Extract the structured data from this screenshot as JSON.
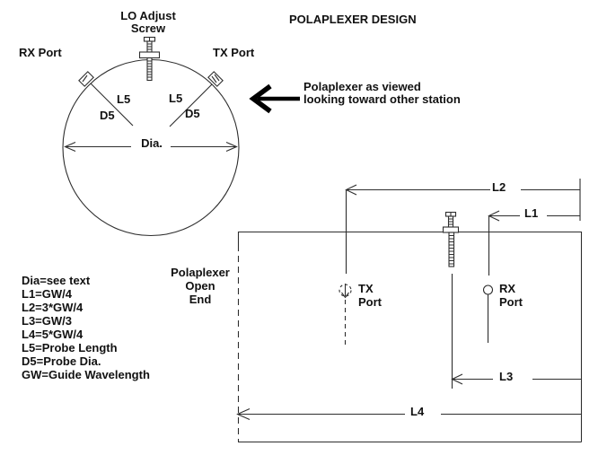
{
  "title": "POLAPLEXER DESIGN",
  "colors": {
    "ink": "#2e2e2e",
    "text": "#111111",
    "background": "#ffffff",
    "arrow": "#000000"
  },
  "circle_view": {
    "lo_adjust_line1": "LO Adjust",
    "lo_adjust_line2": "Screw",
    "rx_port": "RX Port",
    "tx_port": "TX Port",
    "l5_rx": "L5",
    "d5_rx": "D5",
    "l5_tx": "L5",
    "d5_tx": "D5",
    "diameter": "Dia."
  },
  "view_note": {
    "line1": "Polaplexer as viewed",
    "line2": "looking toward other station"
  },
  "legend": {
    "lines": [
      "Dia=see text",
      "L1=GW/4",
      "L2=3*GW/4",
      "L3=GW/3",
      "L4=5*GW/4",
      "L5=Probe Length",
      "D5=Probe Dia.",
      "GW=Guide Wavelength"
    ]
  },
  "open_end": {
    "line1": "Polaplexer",
    "line2": "Open",
    "line3": "End"
  },
  "side_view": {
    "l1": "L1",
    "l2": "L2",
    "l3": "L3",
    "l4": "L4",
    "tx_line1": "TX",
    "tx_line2": "Port",
    "rx_line1": "RX",
    "rx_line2": "Port"
  }
}
